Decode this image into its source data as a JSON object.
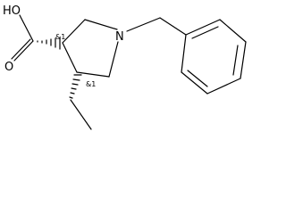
{
  "molecule": {
    "atoms": {
      "hydroxyl": "HO",
      "carbonyl_oxygen": "O",
      "ring_nitrogen": "N"
    },
    "stereo_labels": [
      "&1",
      "&1"
    ]
  }
}
